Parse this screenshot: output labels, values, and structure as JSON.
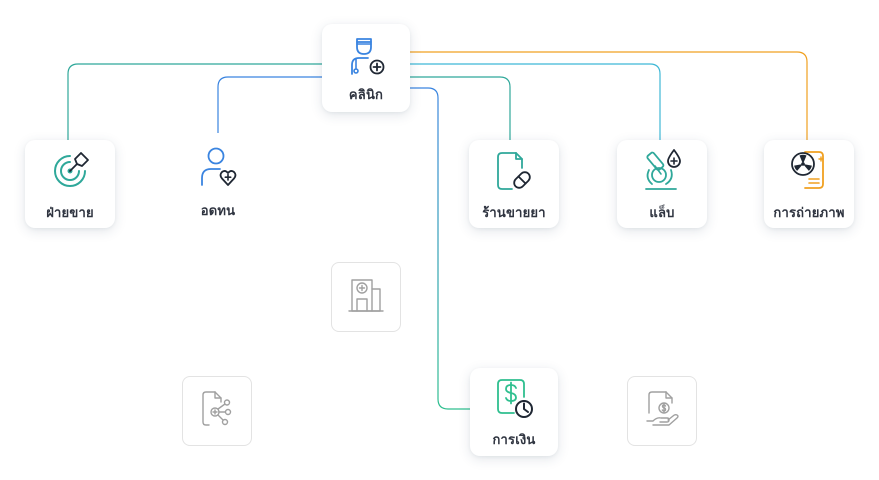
{
  "nodes": {
    "clinic": {
      "label": "คลินิก",
      "icon": "doctor-plus-icon"
    },
    "sales": {
      "label": "ฝ่ายขาย",
      "icon": "target-pen-icon"
    },
    "patient": {
      "label": "อดทน",
      "icon": "person-heart-icon"
    },
    "pharmacy": {
      "label": "ร้านขายยา",
      "icon": "document-pill-icon"
    },
    "lab": {
      "label": "แล็บ",
      "icon": "microscope-drop-icon"
    },
    "imaging": {
      "label": "การถ่ายภาพ",
      "icon": "radiation-document-icon"
    },
    "billing": {
      "label": "การเงิน",
      "icon": "dollar-document-clock-icon"
    }
  },
  "inactive_icons": [
    {
      "name": "hospital-building-icon"
    },
    {
      "name": "document-network-icon"
    },
    {
      "name": "document-coin-hand-icon"
    }
  ],
  "colors": {
    "teal": "#2fa89a",
    "blue": "#3a84e0",
    "cyan": "#3fb8d6",
    "orange": "#f0a020",
    "green": "#2fbf8f",
    "dark": "#1f2733",
    "grey": "#a0a0a0"
  }
}
